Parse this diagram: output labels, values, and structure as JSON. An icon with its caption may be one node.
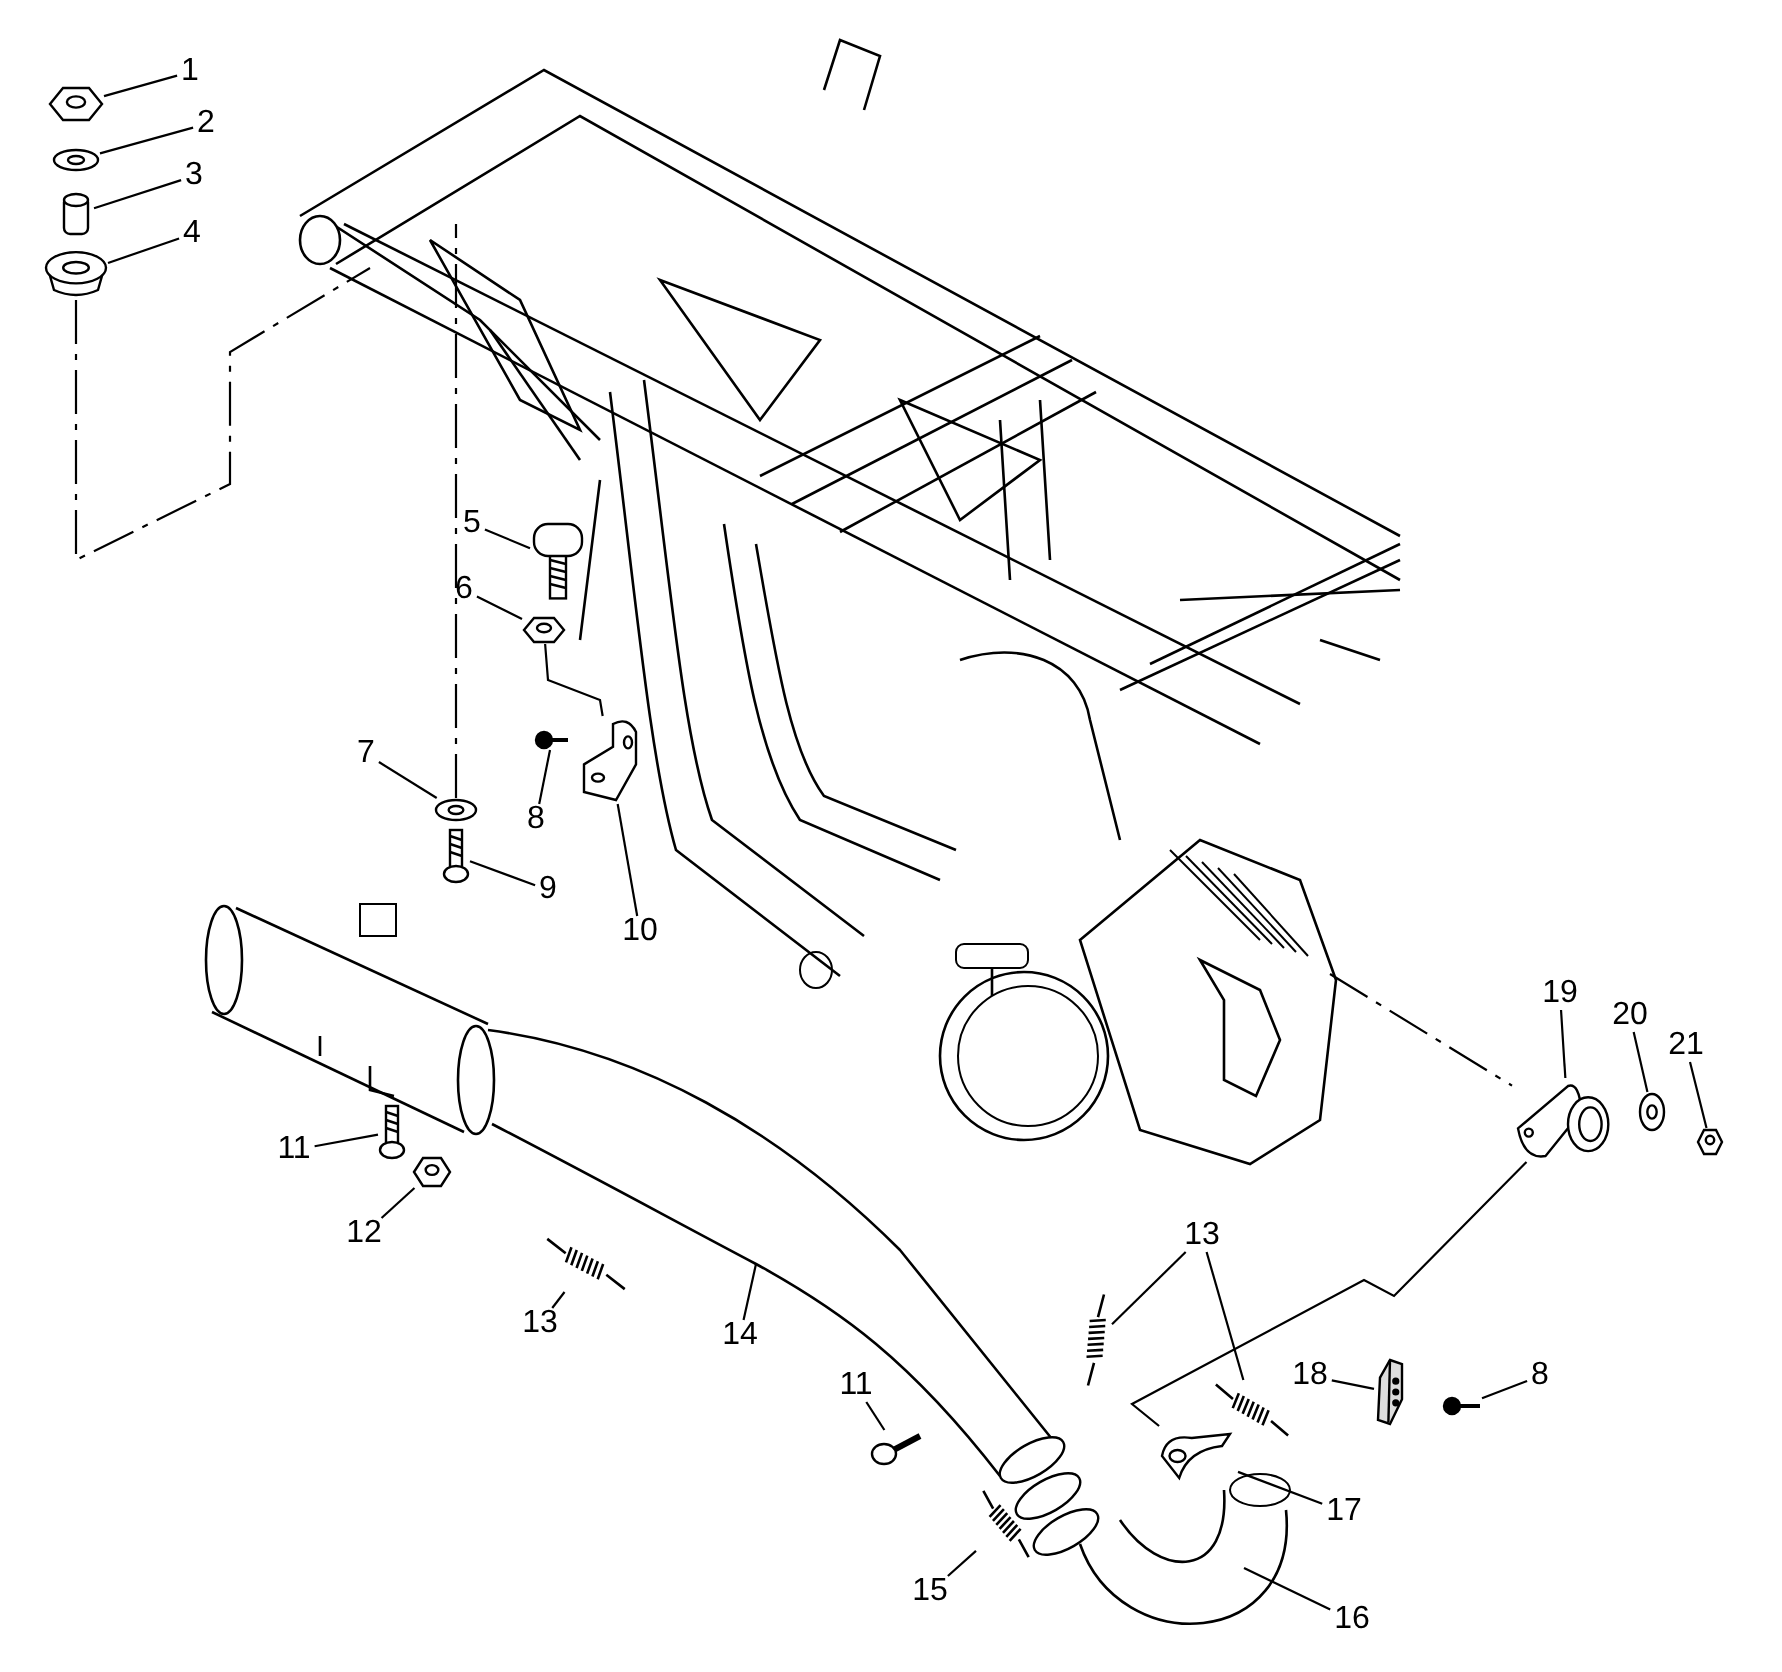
{
  "diagram": {
    "nodes": [
      {
        "text": [
          "1"
        ]
      },
      {
        "text": [],
        "shape": "picture"
      },
      {
        "text": [
          "2"
        ]
      },
      {
        "text": [],
        "shape": "picture"
      },
      {
        "text": [
          "3"
        ]
      },
      {
        "text": [],
        "shape": "picture"
      },
      {
        "text": [
          "4"
        ]
      },
      {
        "text": [],
        "shape": "picture"
      },
      {
        "text": [
          "5"
        ]
      },
      {
        "text": [],
        "shape": "picture"
      },
      {
        "text": [
          "6"
        ]
      },
      {
        "text": [],
        "shape": "picture"
      },
      {
        "text": [
          "7"
        ]
      },
      {
        "text": [],
        "shape": "picture"
      },
      {
        "text": [
          "8"
        ]
      },
      {
        "text": [],
        "shape": "picture"
      },
      {
        "text": [
          "9"
        ]
      },
      {
        "text": [],
        "shape": "picture"
      },
      {
        "text": [
          "10"
        ]
      },
      {
        "text": [],
        "shape": "picture"
      },
      {
        "text": [
          "11"
        ]
      },
      {
        "text": [],
        "shape": "picture"
      },
      {
        "text": [
          "12"
        ]
      },
      {
        "text": [],
        "shape": "picture"
      },
      {
        "text": [
          "13"
        ]
      },
      {
        "text": [],
        "shape": "picture"
      },
      {
        "text": [
          "14"
        ]
      },
      {
        "text": [
          "11"
        ]
      },
      {
        "text": [],
        "shape": "picture"
      },
      {
        "text": [
          "15"
        ]
      },
      {
        "text": [],
        "shape": "picture"
      },
      {
        "text": [
          "13"
        ]
      },
      {
        "text": [],
        "shape": "picture"
      },
      {
        "text": [],
        "shape": "picture"
      },
      {
        "text": [
          "17"
        ]
      },
      {
        "text": [],
        "shape": "picture"
      },
      {
        "text": [
          "16"
        ]
      },
      {
        "text": [
          "18"
        ]
      },
      {
        "text": [],
        "shape": "picture"
      },
      {
        "text": [
          "8"
        ]
      },
      {
        "text": [],
        "shape": "picture"
      },
      {
        "text": [
          "19"
        ]
      },
      {
        "text": [],
        "shape": "picture"
      },
      {
        "text": [
          "20"
        ]
      },
      {
        "text": [],
        "shape": "picture"
      },
      {
        "text": [
          "21"
        ]
      },
      {
        "text": [],
        "shape": "picture"
      }
    ],
    "edges": [
      {
        "from": 0,
        "to": 1,
        "arrow": "none"
      },
      {
        "from": 2,
        "to": 3,
        "arrow": "none"
      },
      {
        "from": 4,
        "to": 5,
        "arrow": "none"
      },
      {
        "from": 6,
        "to": 7,
        "arrow": "none"
      },
      {
        "from": 8,
        "to": 9,
        "arrow": "none"
      },
      {
        "from": 10,
        "to": 11,
        "arrow": "none"
      },
      {
        "from": 12,
        "to": 13,
        "arrow": "none"
      },
      {
        "from": 14,
        "to": 15,
        "arrow": "none"
      },
      {
        "from": 16,
        "to": 17,
        "arrow": "none"
      },
      {
        "from": 18,
        "to": 19,
        "arrow": "none"
      },
      {
        "from": 20,
        "to": 21,
        "arrow": "none"
      },
      {
        "from": 22,
        "to": 23,
        "arrow": "none"
      },
      {
        "from": 24,
        "to": 25,
        "arrow": "none"
      },
      {
        "from": 26,
        "to": null,
        "arrow": "none"
      },
      {
        "from": 27,
        "to": 28,
        "arrow": "none"
      },
      {
        "from": 29,
        "to": 30,
        "arrow": "none"
      },
      {
        "from": 31,
        "to": 32,
        "arrow": "none"
      },
      {
        "from": 31,
        "to": 33,
        "arrow": "none"
      },
      {
        "from": 34,
        "to": 35,
        "arrow": "none"
      },
      {
        "from": 36,
        "to": null,
        "arrow": "none"
      },
      {
        "from": 37,
        "to": 38,
        "arrow": "none"
      },
      {
        "from": 39,
        "to": 40,
        "arrow": "none"
      },
      {
        "from": 41,
        "to": 42,
        "arrow": "none"
      },
      {
        "from": 43,
        "to": 44,
        "arrow": "none"
      },
      {
        "from": 45,
        "to": 46,
        "arrow": "none"
      },
      {
        "from": 11,
        "to": 19,
        "arrow": "none"
      },
      {
        "from": 42,
        "to": 35,
        "arrow": "none"
      },
      {
        "from": 7,
        "to": null,
        "arrow": "none",
        "style": "dashed"
      },
      {
        "from": 13,
        "to": null,
        "arrow": "none",
        "style": "dashed"
      },
      {
        "from": null,
        "to": 42,
        "arrow": "none",
        "style": "dashed"
      }
    ]
  }
}
